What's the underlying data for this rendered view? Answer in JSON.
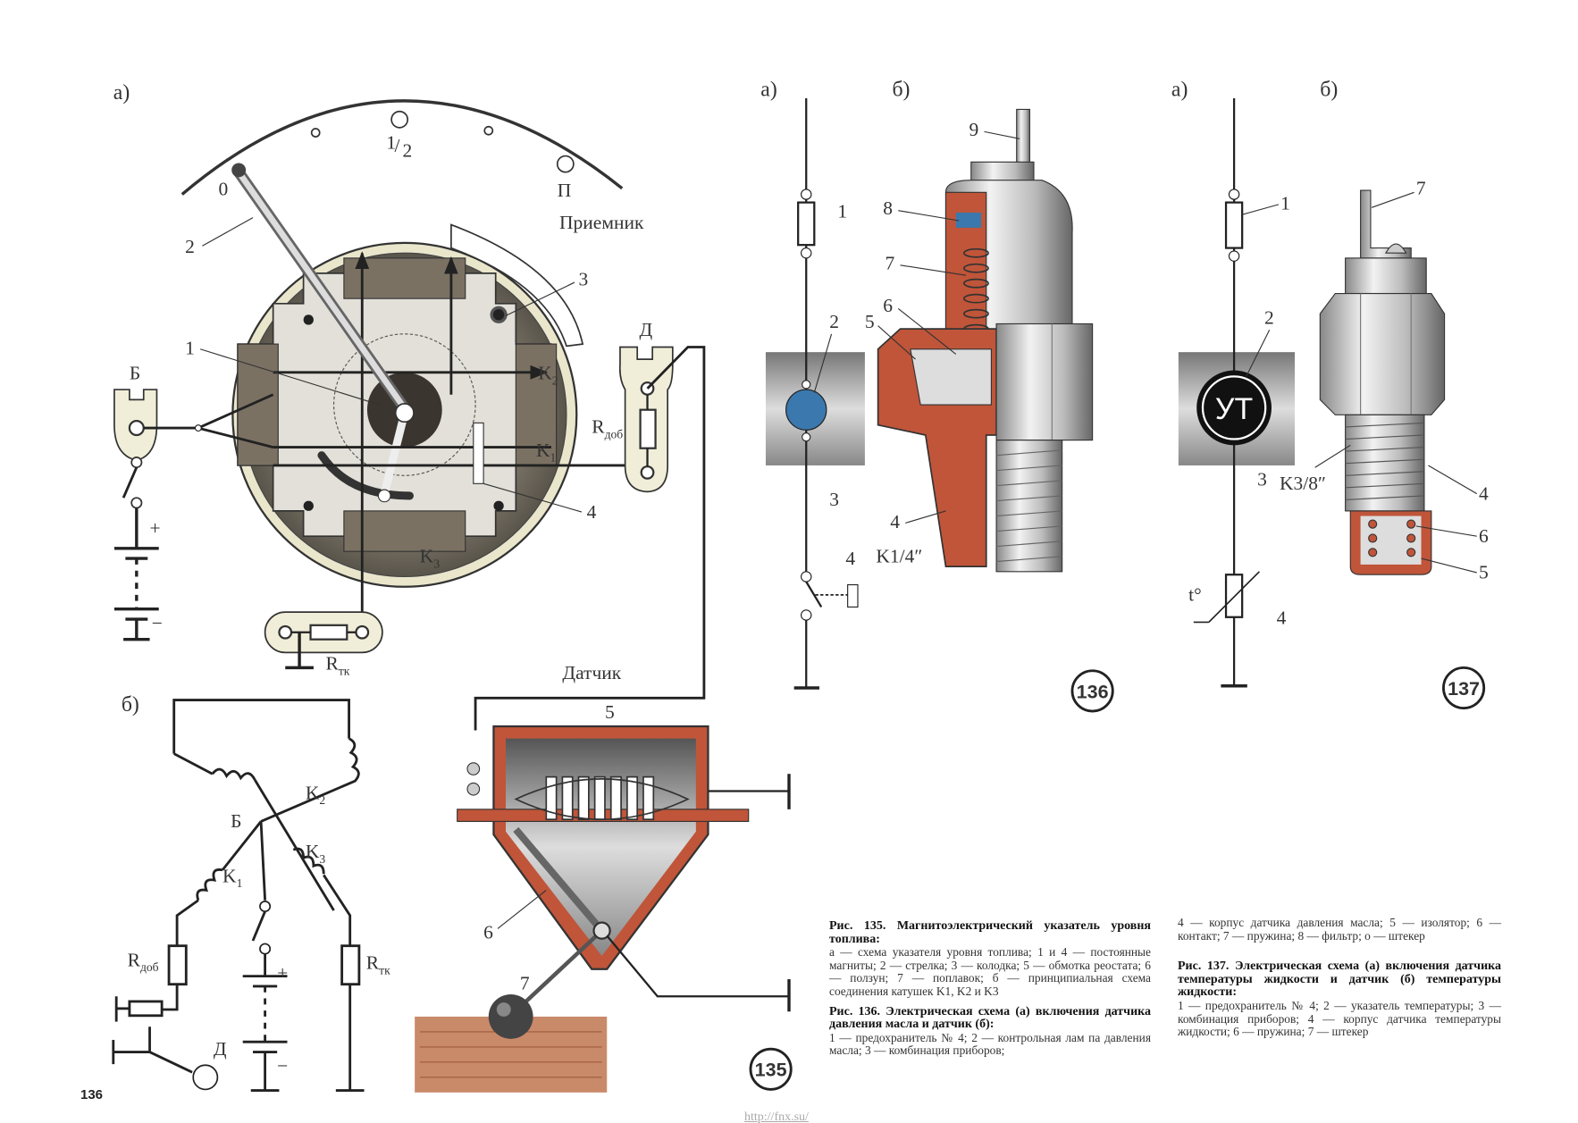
{
  "page_number": "136",
  "url": "http://fnx.su/",
  "fig135": {
    "a_label": "а)",
    "b_label": "б)",
    "scale": {
      "zero": "0",
      "half_num": "1",
      "half_den": "2",
      "full": "П"
    },
    "receiver": "Приемник",
    "sensor": "Датчик",
    "callouts": {
      "c1": "1",
      "c2": "2",
      "c3": "3",
      "c4": "4",
      "c5": "5",
      "c6": "6",
      "c7": "7"
    },
    "terminal_b": "Б",
    "terminal_d": "Д",
    "coil_main": "K",
    "k1_sub": "1",
    "k2_sub": "2",
    "k3_sub": "3",
    "r_main": "R",
    "r_dob_sub": "доб",
    "r_tk_sub": "тк",
    "plus": "+",
    "minus": "−",
    "number": "135"
  },
  "fig136": {
    "a_label": "а)",
    "b_label": "б)",
    "callouts": {
      "c1": "1",
      "c2": "2",
      "c3": "3",
      "c4": "4",
      "c5": "5",
      "c6": "6",
      "c7": "7",
      "c8": "8",
      "c9": "9",
      "c4b": "4"
    },
    "thread_main": "K1/4″",
    "number": "136"
  },
  "fig137": {
    "a_label": "а)",
    "b_label": "б)",
    "lamp_text": "УТ",
    "temp_label": "t°",
    "callouts": {
      "c1": "1",
      "c2": "2",
      "c3": "3",
      "c4": "4",
      "c4b": "4",
      "c5": "5",
      "c6": "6",
      "c7": "7"
    },
    "thread_main": "K3/8″",
    "number": "137"
  },
  "captions": {
    "fig135_title": "Рис. 135. Магнитоэлектрический указатель уровня топлива:",
    "fig135_body": "а — схема указателя уровня топлива; 1 и 4 — постоянные магниты; 2 — стрелка; 3 — колодка; 5 — обмотка реостата; 6 — ползун; 7 — поплавок; б — принципиальная схема соединения катушек K1, K2 и K3",
    "fig136_title": "Рис. 136. Электрическая схема (а) включения датчика давления масла и датчик (б):",
    "fig136_body": "1 — предохранитель № 4; 2 — контрольная лам па давления масла; 3 — комбинация приборов;",
    "fig136_body_cont": "4 — корпус датчика давления масла; 5 — изолятор; 6 — контакт; 7 — пружина; 8 — фильтр; о — штекер",
    "fig137_title": "Рис. 137. Электрическая схема (а) включения датчика температуры жидкости и датчик (б) температуры жидкости:",
    "fig137_body": "1 — предохранитель № 4; 2 — указатель температуры; 3 — комбинация приборов; 4 — корпус датчика температуры жидкости; 6 — пружина; 7 — штекер"
  },
  "colors": {
    "copper": "#c0553a",
    "lamp_blue": "#3b78ad",
    "disc": "#6e675a",
    "plate": "#e2e0d8",
    "terminal": "#f0eed8"
  }
}
